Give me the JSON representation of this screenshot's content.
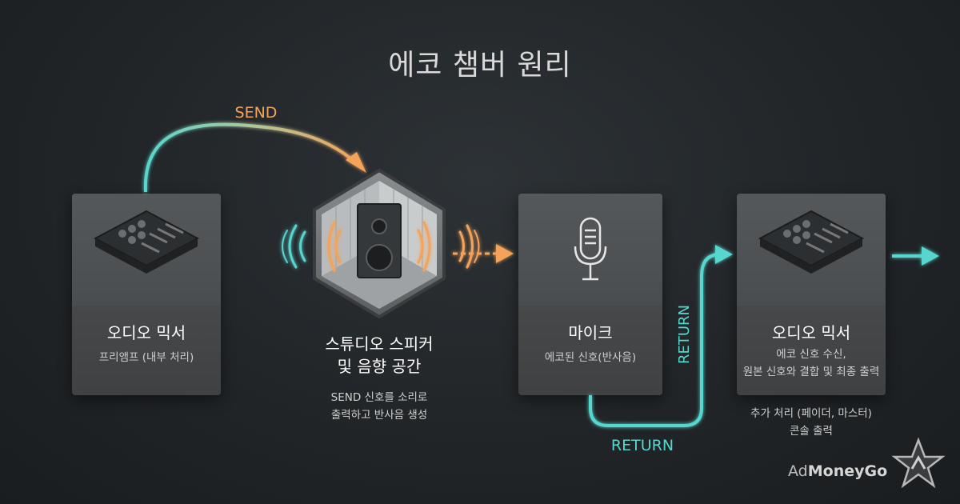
{
  "title": "에코 챔버 원리",
  "nodes": {
    "mixer_in": {
      "label": "오디오 믹서",
      "sub": "프리앰프 (내부 처리)"
    },
    "speaker": {
      "label_line1": "스튜디오 스피커",
      "label_line2": "및 음향 공간",
      "sub_line1": "SEND 신호를 소리로",
      "sub_line2": "출력하고 반사음 생성"
    },
    "mic": {
      "label": "마이크",
      "sub": "에코된 신호(반사음)"
    },
    "mixer_out": {
      "label": "오디오 믹서",
      "sub_line1": "에코 신호 수신,",
      "sub_line2": "원본 신호와 결합 및 최종 출력",
      "extra_line1": "추가 처리 (페이더, 마스터)",
      "extra_line2": "콘솔 출력"
    }
  },
  "flows": {
    "send": "SEND",
    "return_bottom": "RETURN",
    "return_vertical": "RETURN"
  },
  "watermark": {
    "prefix": "Ad",
    "bold": "MoneyGo"
  },
  "colors": {
    "teal": "#56d6cf",
    "orange": "#f3a35a",
    "background": "#212528",
    "card": "#4a4d4f"
  },
  "icons": [
    "mixer-icon",
    "speaker-icon",
    "microphone-icon",
    "sound-wave-icon",
    "star-logo-icon"
  ]
}
